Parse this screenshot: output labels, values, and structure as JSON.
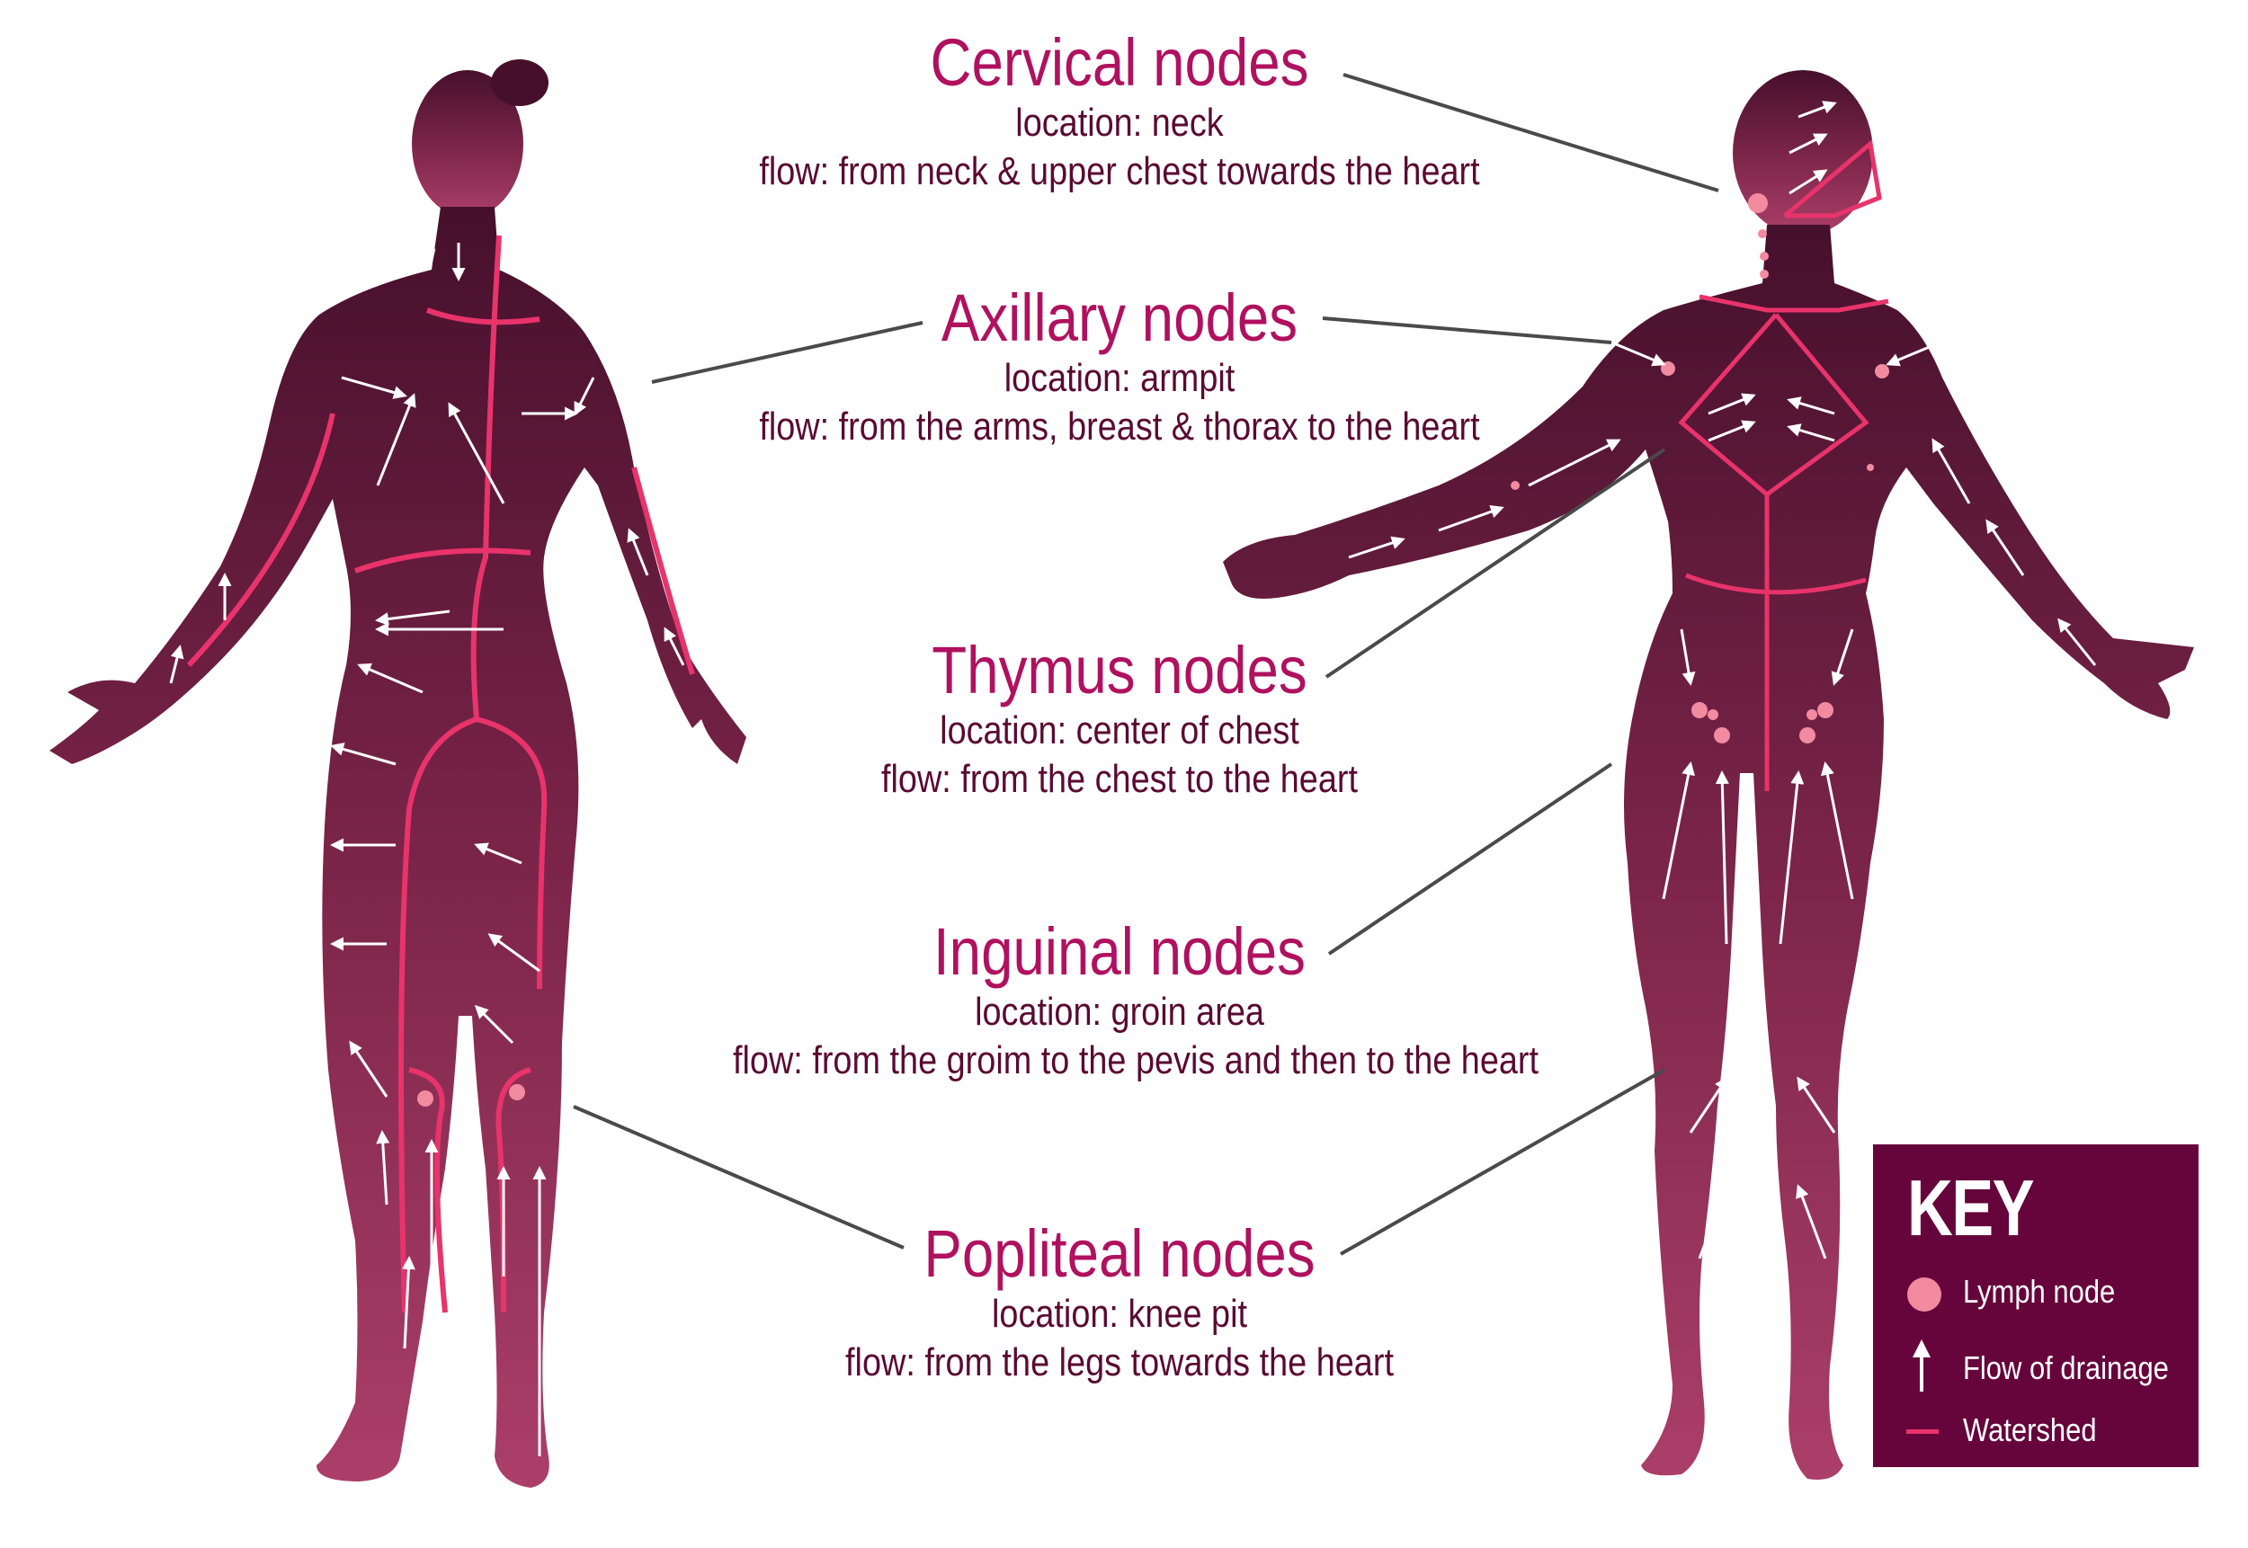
{
  "annotations": [
    {
      "title": "Cervical nodes",
      "location": "location: neck",
      "flow": "flow: from neck & upper chest towards the heart"
    },
    {
      "title": "Axillary nodes",
      "location": "location: armpit",
      "flow": "flow: from the arms, breast & thorax to the heart"
    },
    {
      "title": "Thymus nodes",
      "location": "location: center of chest",
      "flow": "flow: from the chest to the heart"
    },
    {
      "title": "Inguinal nodes",
      "location": "location: groin area",
      "flow": "flow: from the groim to the pevis and then to the heart"
    },
    {
      "title": "Popliteal nodes",
      "location": "location: knee pit",
      "flow": "flow: from the legs towards the heart"
    }
  ],
  "key": {
    "title": "KEY",
    "items": [
      {
        "label": "Lymph node",
        "icon": "circle-icon"
      },
      {
        "label": "Flow of drainage",
        "icon": "arrow-up-icon"
      },
      {
        "label": "Watershed",
        "icon": "line-icon"
      }
    ]
  },
  "colors": {
    "title": "#b0115f",
    "body_top": "#4a0f2e",
    "body_bottom": "#a83c66",
    "watershed": "#e8336b",
    "node": "#f28aa0",
    "key_bg": "#66053b"
  }
}
